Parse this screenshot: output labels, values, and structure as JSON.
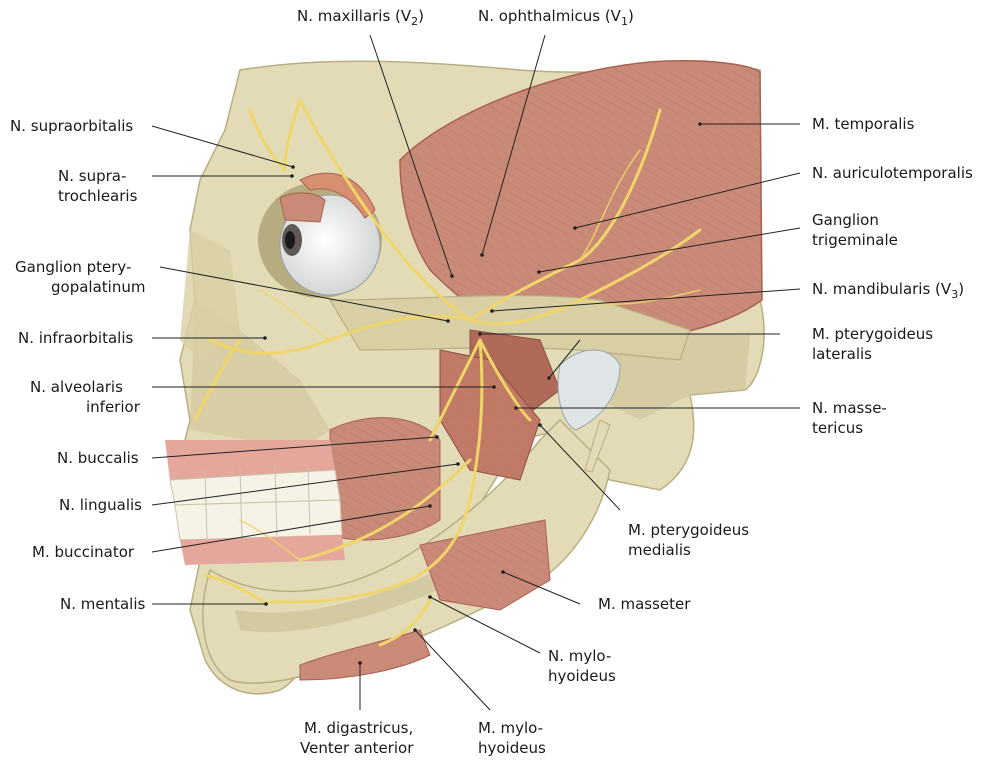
{
  "colors": {
    "bone": "#e3dbb6",
    "bone_shadow": "#c9be92",
    "muscle": "#c98a78",
    "muscle_dark": "#a9614f",
    "nerve": "#efd56a",
    "tooth": "#f6f2e6",
    "gum": "#e5a79c",
    "leader": "#222222"
  },
  "labels": {
    "maxillaris": {
      "main": "N. maxillaris (V",
      "sub": "2",
      "tail": ")"
    },
    "ophthalmicus": {
      "main": "N. ophthalmicus (V",
      "sub": "1",
      "tail": ")"
    },
    "supraorbitalis": "N. supraorbitalis",
    "supratrochlearis": {
      "line1": "N. supra-",
      "line2": "trochlearis"
    },
    "ganglion_ptery": {
      "line1": "Ganglion ptery-",
      "line2": "gopalatinum"
    },
    "infraorbitalis": "N. infraorbitalis",
    "alveolaris": {
      "line1": "N. alveolaris",
      "line2": "inferior"
    },
    "buccalis": "N. buccalis",
    "lingualis": "N. lingualis",
    "buccinator": "M. buccinator",
    "mentalis": "N. mentalis",
    "temporalis": "M. temporalis",
    "auriculotemporalis": "N. auriculotemporalis",
    "ganglion_trig": {
      "line1": "Ganglion",
      "line2": "trigeminale"
    },
    "mandibularis": {
      "main": "N. mandibularis (V",
      "sub": "3",
      "tail": ")"
    },
    "pteryg_lat": {
      "line1": "M. pterygoideus",
      "line2": "lateralis"
    },
    "massetericus": {
      "line1": "N. masse-",
      "line2": "tericus"
    },
    "pteryg_med": {
      "line1": "M. pterygoideus",
      "line2": "medialis"
    },
    "masseter": "M. masseter",
    "mylohyoideus_n": {
      "line1": "N. mylo-",
      "line2": "hyoideus"
    },
    "digastricus": {
      "line1": "M. digastricus,",
      "line2": "Venter anterior"
    },
    "mylohyoideus_m": {
      "line1": "M. mylo-",
      "line2": "hyoideus"
    }
  }
}
